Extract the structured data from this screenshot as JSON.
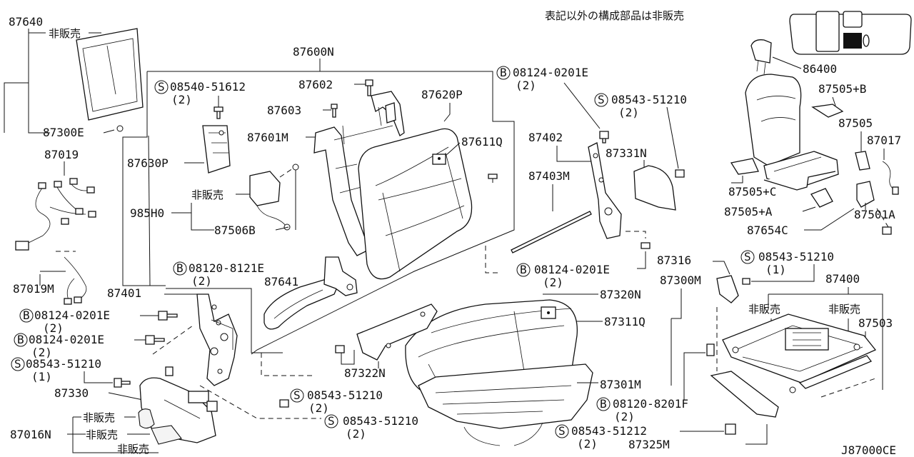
{
  "note": "表記以外の構成部品は非販売",
  "figure_code": "J87000CE",
  "not_sold": "非販売",
  "labels": {
    "p87640": "87640",
    "p87300E": "87300E",
    "p87019": "87019",
    "p87019M": "87019M",
    "p87600N": "87600N",
    "p87602": "87602",
    "p87603": "87603",
    "p87620P": "87620P",
    "p87601M": "87601M",
    "p87611Q": "87611Q",
    "p87630P": "87630P",
    "p985H0": "985H0",
    "p87506B": "87506B",
    "p87641": "87641",
    "p87401": "87401",
    "p87330": "87330",
    "p87016N": "87016N",
    "p87402": "87402",
    "p87331N": "87331N",
    "p87403M": "87403M",
    "p87316": "87316",
    "p87300M": "87300M",
    "p87320N": "87320N",
    "p87311Q": "87311Q",
    "p87322N": "87322N",
    "p87301M": "87301M",
    "p87325M": "87325M",
    "p86400": "86400",
    "p87505B": "87505+B",
    "p87505": "87505",
    "p87017": "87017",
    "p87505C": "87505+C",
    "p87505A": "87505+A",
    "p87501A": "87501A",
    "p87654C": "87654C",
    "p87400": "87400",
    "p87503": "87503"
  },
  "fasteners": {
    "f1": {
      "prefix": "S",
      "number": "08540-51612",
      "qty": "(2)"
    },
    "f2": {
      "prefix": "B",
      "number": "08124-0201E",
      "qty": "(2)"
    },
    "f3": {
      "prefix": "S",
      "number": "08543-51210",
      "qty": "(2)"
    },
    "f4": {
      "prefix": "B",
      "number": "08124-0201E",
      "qty": "(2)"
    },
    "f5": {
      "prefix": "B",
      "number": "08120-8121E",
      "qty": "(2)"
    },
    "f6": {
      "prefix": "S",
      "number": "08543-51210",
      "qty": "(1)"
    },
    "f7": {
      "prefix": "B",
      "number": "08124-0201E",
      "qty": "(2)"
    },
    "f8": {
      "prefix": "B",
      "number": "08124-0201E",
      "qty": "(2)"
    },
    "f9": {
      "prefix": "S",
      "number": "08543-51210",
      "qty": "(1)"
    },
    "f10": {
      "prefix": "S",
      "number": "08543-51210",
      "qty": "(2)"
    },
    "f11": {
      "prefix": "S",
      "number": "08543-51210",
      "qty": "(2)"
    },
    "f12": {
      "prefix": "B",
      "number": "08120-8201F",
      "qty": "(2)"
    },
    "f13": {
      "prefix": "S",
      "number": "08543-51212",
      "qty": "(2)"
    }
  },
  "icons": [
    "seat-assembly-thumbnail",
    "parts-explosion-diagram"
  ]
}
